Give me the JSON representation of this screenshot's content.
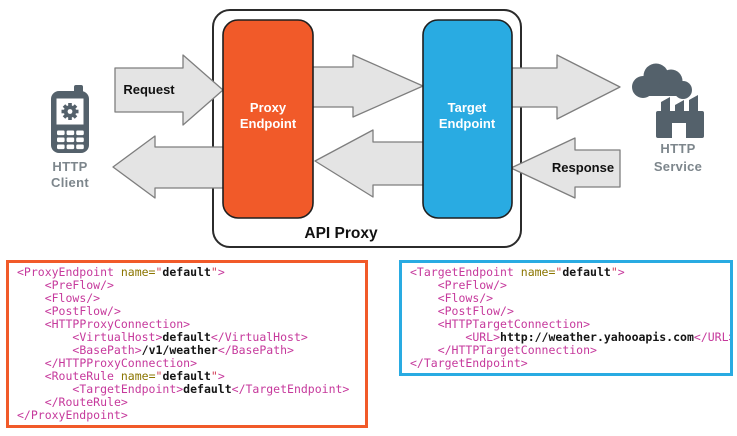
{
  "colors": {
    "orange": "#F15A29",
    "blue": "#29ABE2",
    "slate_icon": "#54616B",
    "label_gray": "#7D868C",
    "arrow_fill": "#E4E4E4",
    "arrow_stroke": "#7E7E7E",
    "code_tag": "#C6399C",
    "code_attr": "#8B7500",
    "code_quote": "#D03A52",
    "code_text": "#151515"
  },
  "diagram": {
    "api_proxy_label": "API Proxy",
    "request_label": "Request",
    "response_label": "Response",
    "proxy_endpoint": {
      "line1": "Proxy",
      "line2": "Endpoint"
    },
    "target_endpoint": {
      "line1": "Target",
      "line2": "Endpoint"
    },
    "http_client": {
      "line1": "HTTP",
      "line2": "Client"
    },
    "http_service": {
      "line1": "HTTP",
      "line2": "Service"
    }
  },
  "code_blocks": {
    "proxy": {
      "border_color": "#F15A29",
      "lines": [
        "<ProxyEndpoint name=\"default\">",
        "    <PreFlow/>",
        "    <Flows/>",
        "    <PostFlow/>",
        "    <HTTPProxyConnection>",
        "        <VirtualHost>default</VirtualHost>",
        "        <BasePath>/v1/weather</BasePath>",
        "    </HTTPProxyConnection>",
        "    <RouteRule name=\"default\">",
        "        <TargetEndpoint>default</TargetEndpoint>",
        "    </RouteRule>",
        "</ProxyEndpoint>"
      ]
    },
    "target": {
      "border_color": "#29ABE2",
      "lines": [
        "<TargetEndpoint name=\"default\">",
        "    <PreFlow/>",
        "    <Flows/>",
        "    <PostFlow/>",
        "    <HTTPTargetConnection>",
        "        <URL>http://weather.yahooapis.com</URL>",
        "    </HTTPTargetConnection>",
        "</TargetEndpoint>"
      ]
    }
  }
}
